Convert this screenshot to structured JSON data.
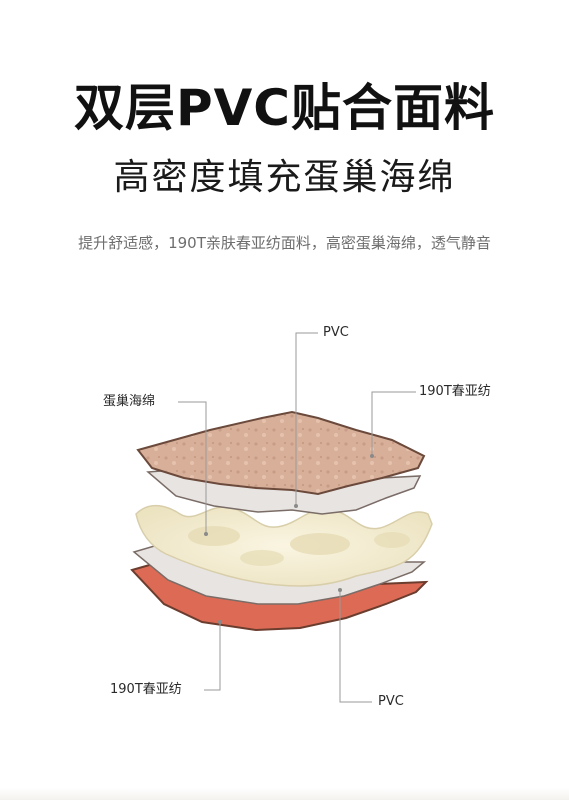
{
  "header": {
    "title": "双层PVC贴合面料",
    "subtitle": "高密度填充蛋巢海绵",
    "description": "提升舒适感，190T亲肤春亚纺面料，高密蛋巢海绵，透气静音"
  },
  "diagram": {
    "labels": {
      "pvc_top": "PVC",
      "fabric_top": "190T春亚纺",
      "sponge": "蛋巢海绵",
      "fabric_bottom": "190T春亚纺",
      "pvc_bottom": "PVC"
    },
    "layer_colors": {
      "top_fabric": "#d8b09a",
      "pvc": "#e8e4e2",
      "sponge": "#f3ecd2",
      "bottom_fabric": "#dd6a55"
    }
  }
}
